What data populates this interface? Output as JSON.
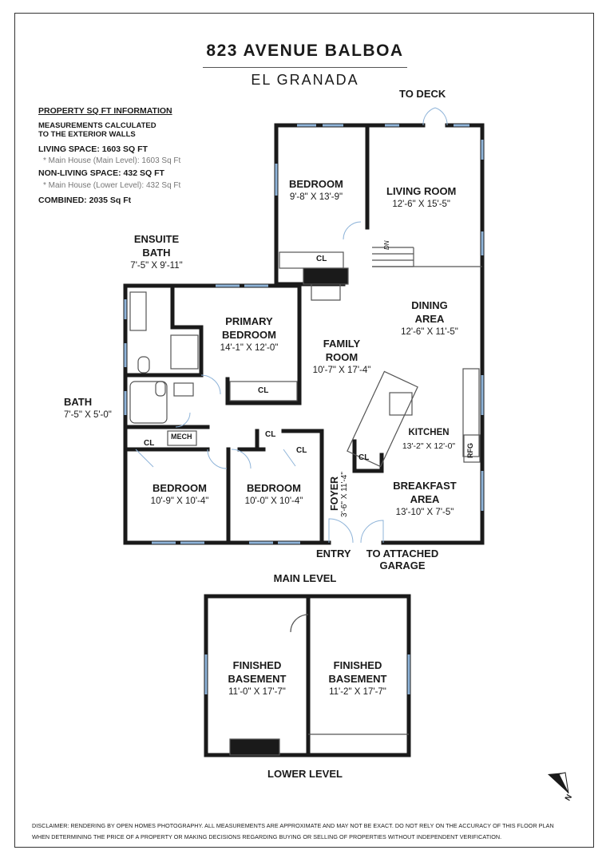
{
  "header": {
    "address": "823 AVENUE BALBOA",
    "city": "EL GRANADA"
  },
  "info": {
    "heading": "PROPERTY SQ FT INFORMATION",
    "measure_line1": "MEASUREMENTS CALCULATED",
    "measure_line2": "TO THE EXTERIOR WALLS",
    "living": "LIVING SPACE: 1603 SQ FT",
    "living_detail": "*   Main House (Main Level):   1603 Sq Ft",
    "nonliving": "NON-LIVING SPACE: 432 SQ FT",
    "nonliving_detail": "*   Main House (Lower Level):    432 Sq Ft",
    "combined": "COMBINED:    2035  Sq Ft"
  },
  "rooms": {
    "bedroom_top": {
      "name": "BEDROOM",
      "dims": "9'-8\" X 13'-9\""
    },
    "living_room": {
      "name": "LIVING ROOM",
      "dims": "12'-6\" X 15'-5\""
    },
    "ensuite_bath": {
      "name1": "ENSUITE",
      "name2": "BATH",
      "dims": "7'-5\" X 9'-11\""
    },
    "primary_bedroom": {
      "name1": "PRIMARY",
      "name2": "BEDROOM",
      "dims": "14'-1\" X 12'-0\""
    },
    "family_room": {
      "name1": "FAMILY",
      "name2": "ROOM",
      "dims": "10'-7\" X 17'-4\""
    },
    "dining_area": {
      "name1": "DINING",
      "name2": "AREA",
      "dims": "12'-6\" X 11'-5\""
    },
    "bath": {
      "name": "BATH",
      "dims": "7'-5\" X 5'-0\""
    },
    "kitchen": {
      "name": "KITCHEN",
      "dims": "13'-2\" X 12'-0\""
    },
    "bedroom_left": {
      "name": "BEDROOM",
      "dims": "10'-9\" X 10'-4\""
    },
    "bedroom_mid": {
      "name": "BEDROOM",
      "dims": "10'-0\" X 10'-4\""
    },
    "foyer": {
      "name": "FOYER",
      "dims": "3'-6\" X 11'-4\""
    },
    "breakfast_area": {
      "name1": "BREAKFAST",
      "name2": "AREA",
      "dims": "13'-10\" X 7'-5\""
    },
    "basement_left": {
      "name1": "FINISHED",
      "name2": "BASEMENT",
      "dims": "11'-0\" X 17'-7\""
    },
    "basement_right": {
      "name1": "FINISHED",
      "name2": "BASEMENT",
      "dims": "11'-2\" X 17'-7\""
    }
  },
  "small_labels": {
    "cl": "CL",
    "mech": "MECH",
    "rfg": "RFG",
    "dn": "DN"
  },
  "exterior": {
    "to_deck": "TO DECK",
    "entry": "ENTRY",
    "to_garage1": "TO ATTACHED",
    "to_garage2": "GARAGE"
  },
  "levels": {
    "main": "MAIN LEVEL",
    "lower": "LOWER LEVEL"
  },
  "compass": {
    "label": "N"
  },
  "disclaimer": {
    "line1": "DISCLAIMER: RENDERING BY OPEN HOMES PHOTOGRAPHY. ALL MEASUREMENTS ARE APPROXIMATE AND MAY NOT BE EXACT. DO NOT RELY ON THE ACCURACY OF THIS FLOOR PLAN",
    "line2": "WHEN DETERMINING THE PRICE OF A PROPERTY OR MAKING DECISIONS REGARDING BUYING OR SELLING OF PROPERTIES WITHOUT INDEPENDENT VERIFICATION."
  },
  "colors": {
    "wall": "#1a1a1a",
    "window": "#8fb4d9",
    "background": "#ffffff"
  }
}
